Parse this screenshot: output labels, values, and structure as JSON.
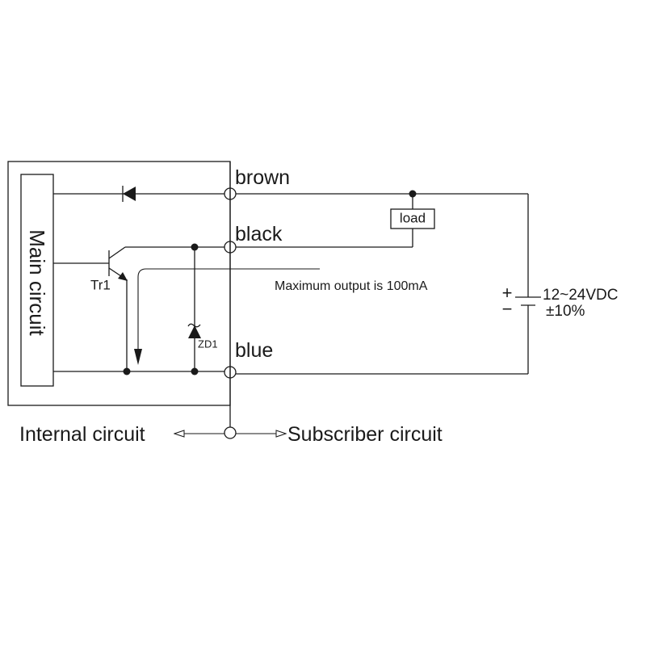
{
  "labels": {
    "main_circuit": "Main circuit",
    "brown": "brown",
    "black": "black",
    "blue": "blue",
    "load": "load",
    "transistor": "Tr1",
    "zener": "ZD1",
    "max_output": "Maximum output is 100mA",
    "supply_plus": "+",
    "supply_minus": "−",
    "supply_voltage": "12~24VDC",
    "supply_tolerance": "±10%",
    "internal_circuit": "Internal circuit",
    "subscriber_circuit": "Subscriber circuit"
  }
}
